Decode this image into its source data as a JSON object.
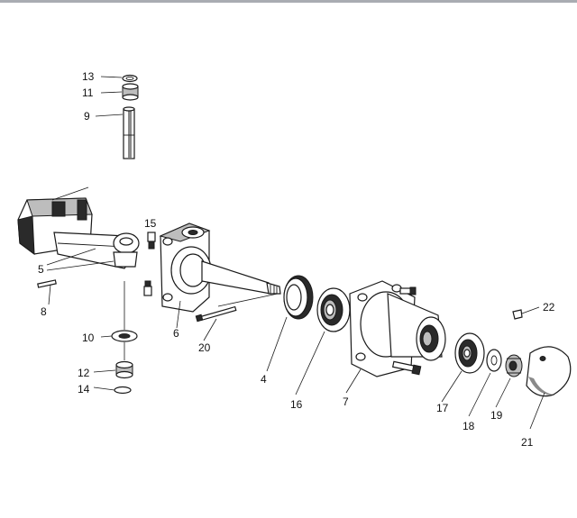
{
  "labels": {
    "p1": "13",
    "p2": "11",
    "p3": "9",
    "p4": "15",
    "p5": "5",
    "p6": "8",
    "p7": "6",
    "p8": "20",
    "p9": "10",
    "p10": "12",
    "p11": "14",
    "p12": "4",
    "p13": "16",
    "p14": "7",
    "p15": "17",
    "p16": "18",
    "p17": "19",
    "p18": "21",
    "p19": "22"
  }
}
